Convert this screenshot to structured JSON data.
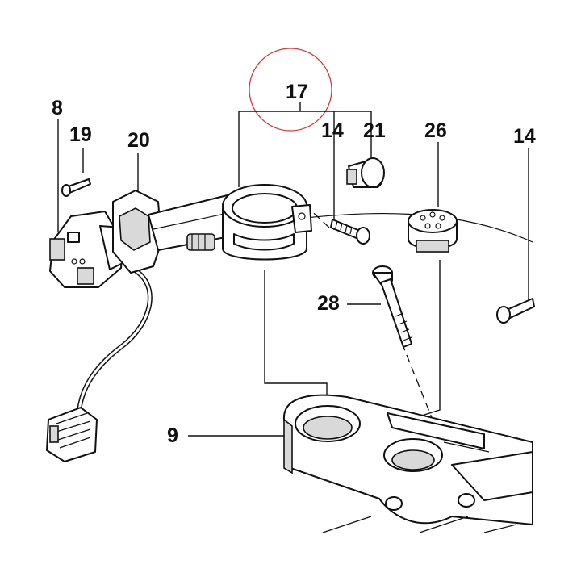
{
  "callouts": {
    "c8": "8",
    "c19": "19",
    "c20": "20",
    "c17": "17",
    "c14a": "14",
    "c21": "21",
    "c26": "26",
    "c14b": "14",
    "c28": "28",
    "c9": "9"
  },
  "colors": {
    "ink": "#111111",
    "highlight_circle": "#d43a3a",
    "shade": "#d9d9d9"
  }
}
